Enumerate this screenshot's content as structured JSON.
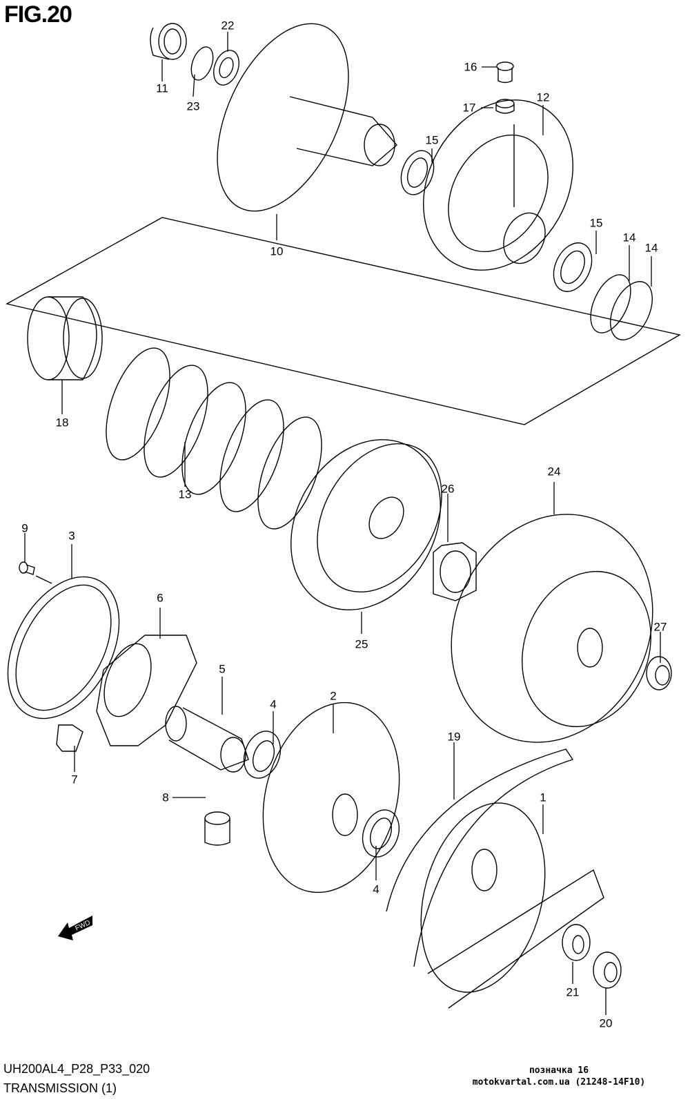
{
  "figure": {
    "title": "FIG.20",
    "model_code": "UH200AL4_P28_P33_020",
    "section_name": "TRANSMISSION (1)",
    "watermark_line1": "позначка 16",
    "watermark_line2": "motokvartal.com.ua (21248-14F10)",
    "direction_indicator": "FWD"
  },
  "callouts": [
    {
      "id": "c22",
      "label": "22"
    },
    {
      "id": "c11",
      "label": "11"
    },
    {
      "id": "c23",
      "label": "23"
    },
    {
      "id": "c10",
      "label": "10"
    },
    {
      "id": "c16",
      "label": "16"
    },
    {
      "id": "c17",
      "label": "17"
    },
    {
      "id": "c12",
      "label": "12"
    },
    {
      "id": "c15a",
      "label": "15"
    },
    {
      "id": "c15b",
      "label": "15"
    },
    {
      "id": "c14a",
      "label": "14"
    },
    {
      "id": "c14b",
      "label": "14"
    },
    {
      "id": "c18",
      "label": "18"
    },
    {
      "id": "c13",
      "label": "13"
    },
    {
      "id": "c24",
      "label": "24"
    },
    {
      "id": "c26",
      "label": "26"
    },
    {
      "id": "c25",
      "label": "25"
    },
    {
      "id": "c27",
      "label": "27"
    },
    {
      "id": "c9",
      "label": "9"
    },
    {
      "id": "c3",
      "label": "3"
    },
    {
      "id": "c6",
      "label": "6"
    },
    {
      "id": "c5",
      "label": "5"
    },
    {
      "id": "c4a",
      "label": "4"
    },
    {
      "id": "c2",
      "label": "2"
    },
    {
      "id": "c7",
      "label": "7"
    },
    {
      "id": "c8",
      "label": "8"
    },
    {
      "id": "c19",
      "label": "19"
    },
    {
      "id": "c1",
      "label": "1"
    },
    {
      "id": "c4b",
      "label": "4"
    },
    {
      "id": "c21",
      "label": "21"
    },
    {
      "id": "c20",
      "label": "20"
    }
  ]
}
